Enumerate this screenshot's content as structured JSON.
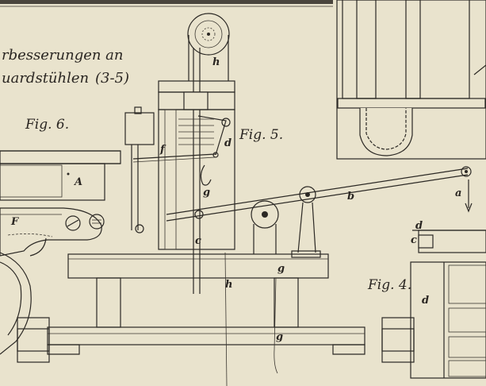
{
  "title": {
    "line1": "rbesserungen an",
    "line2": "uardstühlen",
    "ref": "(3-5)"
  },
  "figures": {
    "fig6": "Fig. 6.",
    "fig5": "Fig. 5.",
    "fig4": "Fig. 4."
  },
  "labels": {
    "A": "A",
    "F": "F",
    "f": "f",
    "d": "d",
    "g": "g",
    "c": "c",
    "b": "b",
    "a": "a",
    "h": "h",
    "d4": "d",
    "c4": "c"
  },
  "colors": {
    "paper": "#e9e3cd",
    "ink": "#2b2824"
  }
}
